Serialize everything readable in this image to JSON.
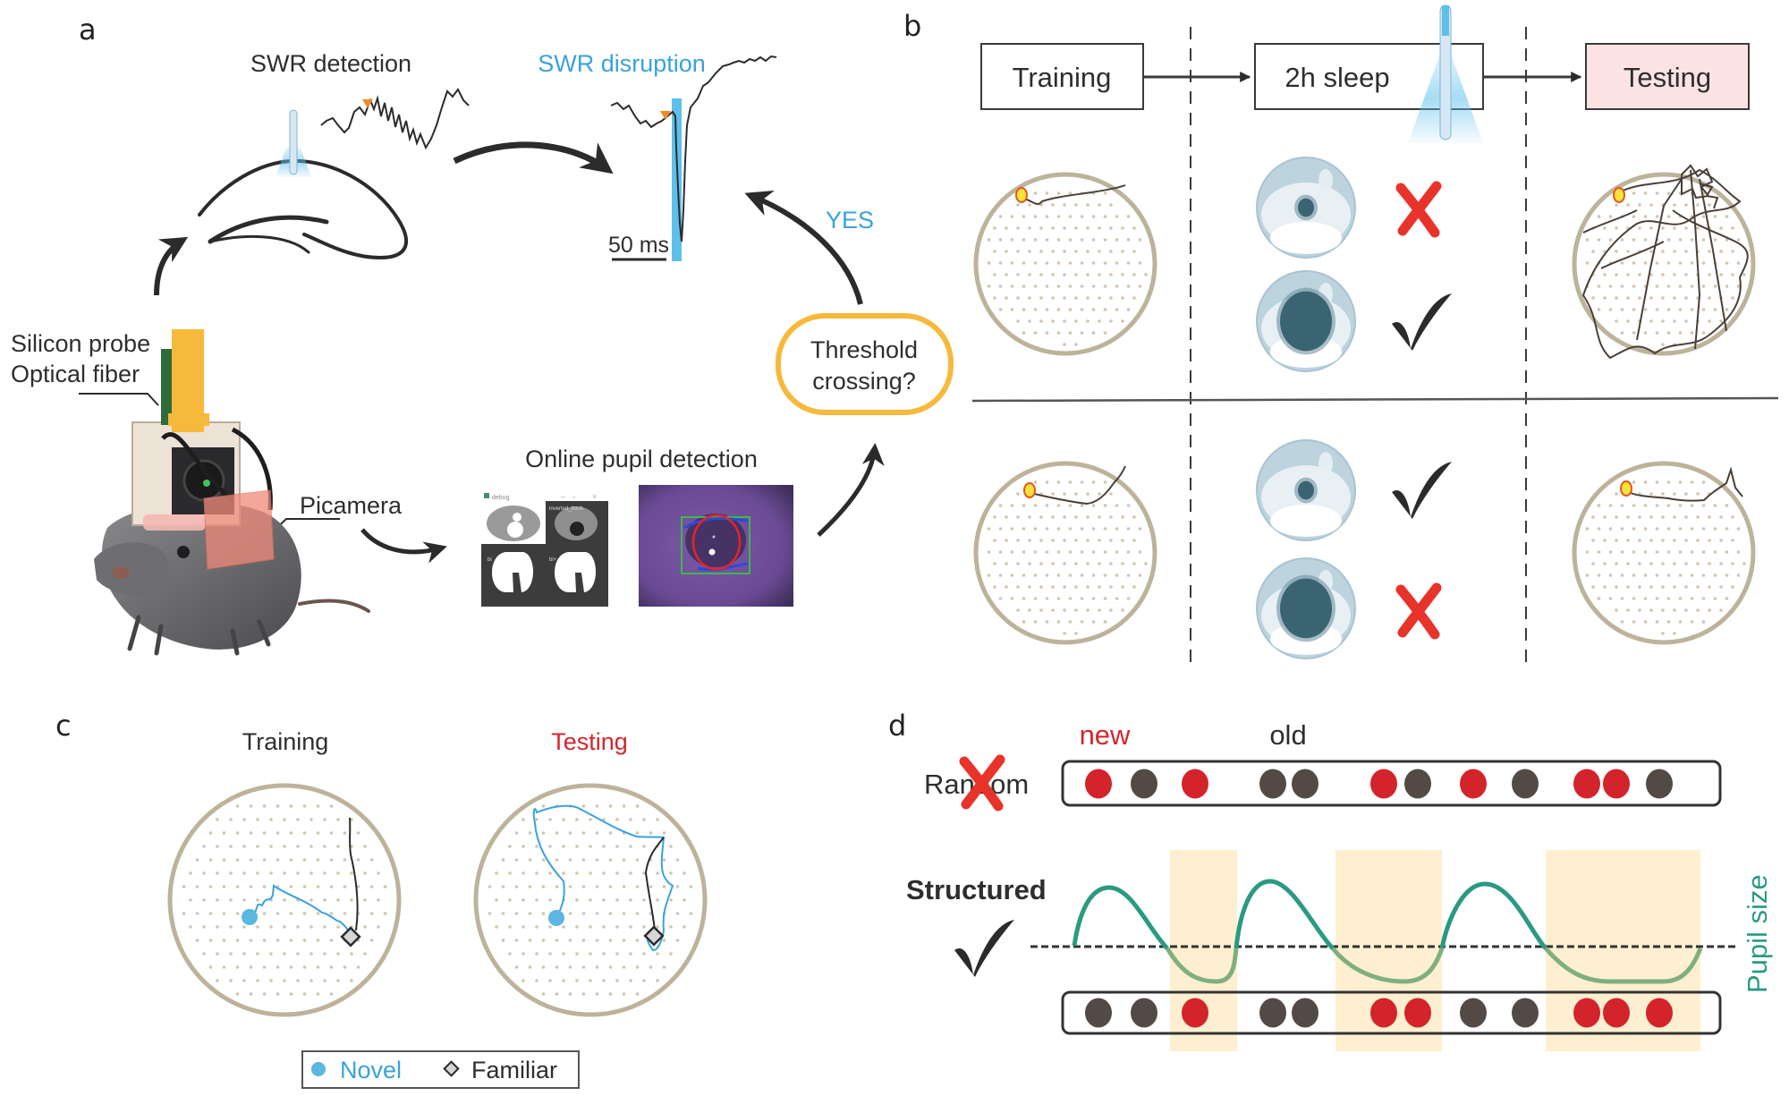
{
  "figure": {
    "colors": {
      "text": "#2e2e2e",
      "accent_blue": "#3aa2dd",
      "laser_blue": "#5ec0ea",
      "threshold_orange": "#f6b93b",
      "marker_orange": "#f08a24",
      "testing_pink": "#fbe3e4",
      "arena_rim": "#bdb39a",
      "arena_dot": "#cfc5b0",
      "trajectory_dark": "#4a3f38",
      "new_red": "#d3232b",
      "old_dark": "#544a45",
      "pupil_teal": "#2a9a82",
      "pupil_low_green": "#7fb07c",
      "band_yellow": "#fdefcf",
      "eye_blue": "#bdd3de",
      "pupil_dark": "#3b6472",
      "x_red": "#e8332a",
      "check_dark": "#2b2b2b"
    }
  },
  "panel_a": {
    "letter": "a",
    "swr_detection": "SWR detection",
    "swr_disruption": "SWR disruption",
    "scale_bar": "50 ms",
    "yes": "YES",
    "threshold_line1": "Threshold",
    "threshold_line2": "crossing?",
    "silicon_probe": "Silicon probe",
    "optical_fiber": "Optical fiber",
    "picamera": "Picamera",
    "online_pupil": "Online pupil detection",
    "debug_window_title": "debug",
    "debug_labels": [
      "inverted_thrsh",
      "bi",
      "bi+"
    ]
  },
  "panel_b": {
    "letter": "b",
    "stages": [
      {
        "label": "Training"
      },
      {
        "label": "2h sleep"
      },
      {
        "label": "Testing"
      }
    ],
    "rows": [
      {
        "small_pupil": "cross",
        "large_pupil": "check",
        "outcome": "impaired-exploration"
      },
      {
        "small_pupil": "check",
        "large_pupil": "cross",
        "outcome": "normal-recall"
      }
    ]
  },
  "panel_c": {
    "letter": "c",
    "training_title": "Training",
    "testing_title": "Testing",
    "legend": {
      "novel": "Novel",
      "familiar": "Familiar"
    }
  },
  "panel_d": {
    "letter": "d",
    "new_label": "new",
    "old_label": "old",
    "random_label": "Random",
    "structured_label": "Structured",
    "pupil_size_label": "Pupil size",
    "random_sequence": [
      "new",
      "old",
      "new",
      "old",
      "old",
      "new",
      "old",
      "new",
      "old",
      "new",
      "new",
      "old"
    ],
    "structured_sequence": [
      "old",
      "old",
      "new",
      "old",
      "old",
      "new",
      "new",
      "old",
      "old",
      "new",
      "new",
      "new"
    ],
    "random_verdict": "cross",
    "structured_verdict": "check"
  }
}
